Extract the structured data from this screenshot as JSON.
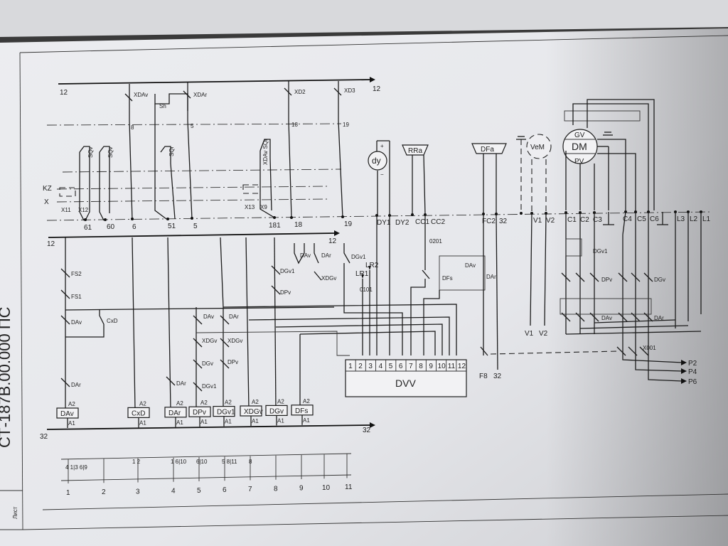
{
  "sheet": {
    "doc_code": "СТ-187В.00.000 ПС",
    "sheet_label": "Лист"
  },
  "buses": {
    "top_left": "12",
    "top_right": "12",
    "mid_left": "12",
    "mid_right": "12",
    "bottom_left": "32",
    "bottom_right": "32"
  },
  "rails": {
    "kz": "KZ",
    "x": "X"
  },
  "top_contacts": [
    "XDAv",
    "Sh",
    "XDAr",
    "XD2",
    "XD3"
  ],
  "node_numbers_top": [
    "8",
    "5",
    "18",
    "19"
  ],
  "small_switches": [
    "SQv",
    "SQv",
    "SQr",
    "XDAv SQr"
  ],
  "rail_terminals": {
    "x11": "X11",
    "x12": "X12",
    "x13": "X13",
    "x9": "X9",
    "t61": "61",
    "t60": "60",
    "t6": "6",
    "t51": "51",
    "t5": "5",
    "t181": "181",
    "t18": "18",
    "t19": "19"
  },
  "right_terminals": [
    "DY1",
    "DY2",
    "CC1",
    "CC2",
    "FC2",
    "32",
    "V1",
    "V2",
    "C1",
    "C2",
    "C3",
    "C4",
    "C5",
    "C6",
    "L3",
    "L2",
    "L1"
  ],
  "devices": {
    "dy": "dy",
    "rra": "RRa",
    "dfa": "DFa",
    "vem": "VeM",
    "motor_top": "GV",
    "motor_mid": "DM",
    "motor_bottom": "PV"
  },
  "ladder_contacts": {
    "fs2": "FS2",
    "fs1": "FS1",
    "dav": "DAv",
    "cxd": "CxD",
    "dar": "DAr",
    "xdgv": "XDGv",
    "dgv1": "DGv1",
    "dpv": "DPv",
    "dgv": "DGv",
    "dfs": "DFs",
    "lr1": "LR1",
    "lr2": "LR2",
    "k0101": "0101",
    "k0201": "0201",
    "k0001": "X001"
  },
  "coil_labels": [
    "DAv",
    "CxD",
    "DAr",
    "DPv",
    "DGv1",
    "XDGv",
    "DGv",
    "DFs"
  ],
  "coil_a_labels": {
    "a2": "A2",
    "a1": "A1"
  },
  "dvv": {
    "label": "DVV",
    "pins": [
      "1",
      "2",
      "3",
      "4",
      "5",
      "6",
      "7",
      "8",
      "9",
      "10",
      "11",
      "12"
    ]
  },
  "right_outputs": {
    "v1": "V1",
    "v2": "V2",
    "f8": "F8",
    "t32": "32",
    "p2": "P2",
    "p4": "P4",
    "p6": "P6"
  },
  "grid": {
    "columns": [
      "1",
      "2",
      "3",
      "4",
      "5",
      "6",
      "7",
      "8",
      "9",
      "10",
      "11"
    ],
    "refs": [
      "4 1|3 6|9",
      "1 2",
      "1 6|10",
      "5 8|11",
      "6|10",
      "8"
    ]
  }
}
